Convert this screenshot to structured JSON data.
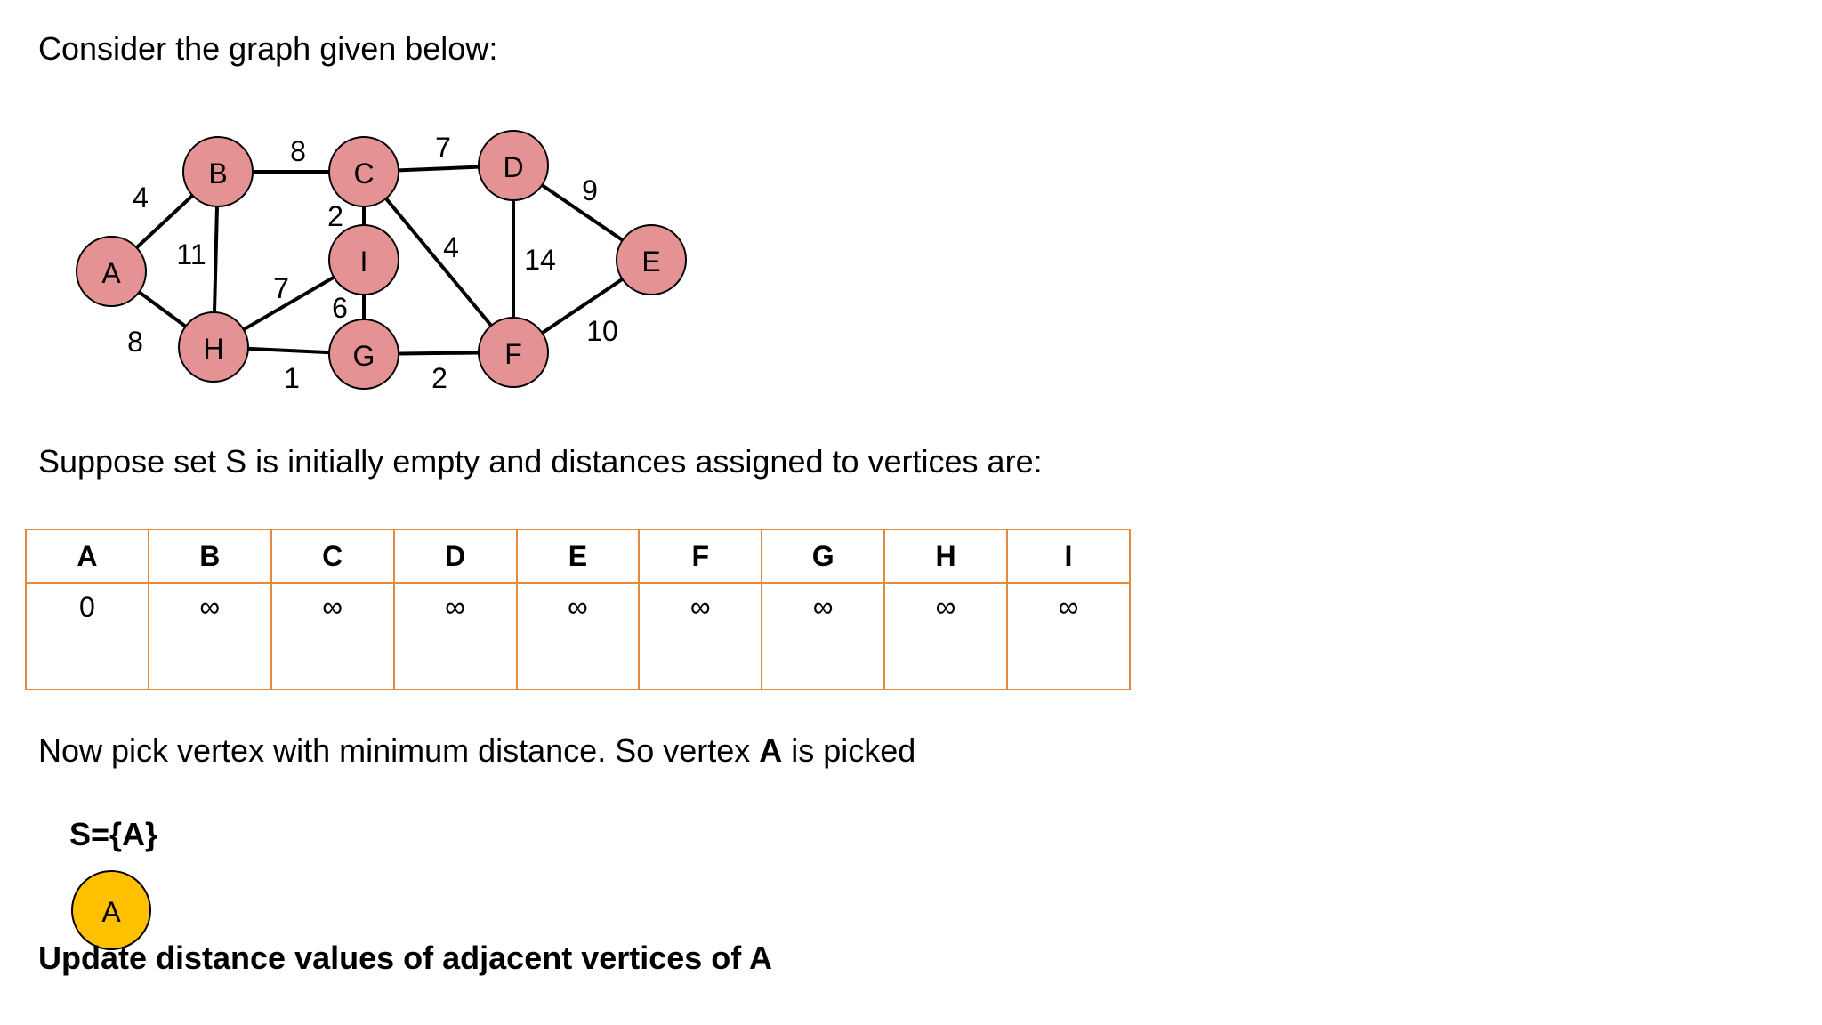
{
  "title": "Consider the graph given below:",
  "intro": "Suppose set S is initially empty and distances assigned to vertices are:",
  "pick": {
    "before": "Now pick vertex with minimum distance. So vertex ",
    "vertex": "A",
    "after": " is picked"
  },
  "set_label": "S={A}",
  "set_vertex": "A",
  "update_text": "Update distance values of adjacent vertices of A",
  "graph": {
    "vertices": [
      "A",
      "B",
      "C",
      "D",
      "E",
      "F",
      "G",
      "H",
      "I"
    ],
    "edges": [
      {
        "from": "A",
        "to": "B",
        "weight": "4"
      },
      {
        "from": "A",
        "to": "H",
        "weight": "8"
      },
      {
        "from": "B",
        "to": "C",
        "weight": "8"
      },
      {
        "from": "B",
        "to": "H",
        "weight": "11"
      },
      {
        "from": "C",
        "to": "D",
        "weight": "7"
      },
      {
        "from": "C",
        "to": "I",
        "weight": "2"
      },
      {
        "from": "C",
        "to": "F",
        "weight": "4"
      },
      {
        "from": "D",
        "to": "E",
        "weight": "9"
      },
      {
        "from": "D",
        "to": "F",
        "weight": "14"
      },
      {
        "from": "E",
        "to": "F",
        "weight": "10"
      },
      {
        "from": "H",
        "to": "I",
        "weight": "7"
      },
      {
        "from": "H",
        "to": "G",
        "weight": "1"
      },
      {
        "from": "I",
        "to": "G",
        "weight": "6"
      },
      {
        "from": "G",
        "to": "F",
        "weight": "2"
      }
    ],
    "vertex_color": "#e49293",
    "picked_color": "#ffc000"
  },
  "table": {
    "headers": [
      "A",
      "B",
      "C",
      "D",
      "E",
      "F",
      "G",
      "H",
      "I"
    ],
    "values": [
      "0",
      "∞",
      "∞",
      "∞",
      "∞",
      "∞",
      "∞",
      "∞",
      "∞"
    ],
    "border_color": "#e38a3c"
  }
}
